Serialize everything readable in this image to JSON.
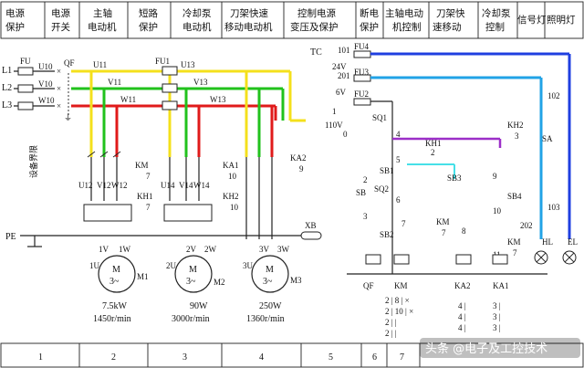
{
  "header": [
    {
      "line1": "电源",
      "line2": "保护"
    },
    {
      "line1": "电源",
      "line2": "开关"
    },
    {
      "line1": "主轴",
      "line2": "电动机"
    },
    {
      "line1": "短路",
      "line2": "保护"
    },
    {
      "line1": "冷却泵",
      "line2": "电动机"
    },
    {
      "line1": "刀架快速",
      "line2": "移动电动机"
    },
    {
      "line1": "控制电源",
      "line2": "变压及保护"
    },
    {
      "line1": "断电",
      "line2": "保护"
    },
    {
      "line1": "主轴电动",
      "line2": "机控制"
    },
    {
      "line1": "刀架快",
      "line2": "速移动"
    },
    {
      "line1": "冷却泵",
      "line2": "控制"
    },
    {
      "line1": "信号灯",
      "line2": ""
    },
    {
      "line1": "照明灯",
      "line2": ""
    }
  ],
  "footer": [
    "1",
    "2",
    "3",
    "4",
    "5",
    "6",
    "7"
  ],
  "labels": {
    "fu": "FU",
    "qf": "QF",
    "fu1": "FU1",
    "fu2": "FU2",
    "fu3": "FU3",
    "fu4": "FU4",
    "tc": "TC",
    "l1": "L1",
    "l2": "L2",
    "l3": "L3",
    "u10": "U10",
    "v10": "V10",
    "w10": "W10",
    "u11": "U11",
    "v11": "V11",
    "w11": "W11",
    "u13": "U13",
    "v13": "V13",
    "w13": "W13",
    "u12": "U12",
    "v12": "V12",
    "w12": "W12",
    "u14": "U14",
    "v14": "V14",
    "w14": "W14",
    "km": "KM",
    "km_n": "7",
    "ka1": "KA1",
    "ka1_n": "10",
    "ka2": "KA2",
    "ka2_n": "9",
    "kh1": "KH1",
    "kh1_n": "7",
    "kh2": "KH2",
    "kh2_n": "10",
    "pe": "PE",
    "xb": "XB",
    "boundary": "设备界限",
    "m1": "M1",
    "m2": "M2",
    "m3": "M3",
    "m": "M",
    "m3ph": "3~",
    "m1_t": [
      "1U",
      "1V",
      "1W"
    ],
    "m2_t": [
      "2U",
      "2V",
      "2W"
    ],
    "m3_t": [
      "3U",
      "3V",
      "3W"
    ],
    "m1_rating": "7.5kW",
    "m1_speed": "1450r/min",
    "m2_rating": "90W",
    "m2_speed": "3000r/min",
    "m3_rating": "250W",
    "m3_speed": "1360r/min",
    "v110": "110V",
    "v24": "24V",
    "v6": "6V",
    "n101": "101",
    "n201": "201",
    "n102": "102",
    "n103": "103",
    "n202": "202",
    "n0": "0",
    "n1": "1",
    "sq1": "SQ1",
    "sq2": "SQ2",
    "sb": "SB",
    "sb1": "SB1",
    "sb2": "SB2",
    "sb3": "SB3",
    "sb4": "SB4",
    "kh1c": "KH1",
    "kh1c_n": "2",
    "kh2c": "KH2",
    "kh2c_n": "3",
    "sa": "SA",
    "hl": "HL",
    "el": "EL",
    "ka2c": "KA2",
    "kmc": "KM",
    "kmc_n": "7",
    "c_nodes": [
      "2",
      "3",
      "4",
      "5",
      "6",
      "7",
      "8",
      "9",
      "10",
      "11"
    ],
    "coils": [
      "QF",
      "KM",
      "KA2",
      "KA1"
    ],
    "km_table": [
      "2 | 8 | ×",
      "2 | 10 | ×",
      "2 |   |",
      "2 |   |"
    ],
    "ka2_table": [
      "4 |",
      "4 |",
      "4 |"
    ],
    "ka1_table": [
      "3 |",
      "3 |",
      "3 |"
    ],
    "watermark": "头条 @电子及工控技术"
  },
  "colors": {
    "L1": "#f4e01c",
    "L2": "#21c21c",
    "L3": "#e01a1a",
    "blue": "#1f3fe0",
    "cyan": "#21a3e6",
    "purple": "#9c2fc8",
    "lightcyan": "#46e0e8"
  }
}
